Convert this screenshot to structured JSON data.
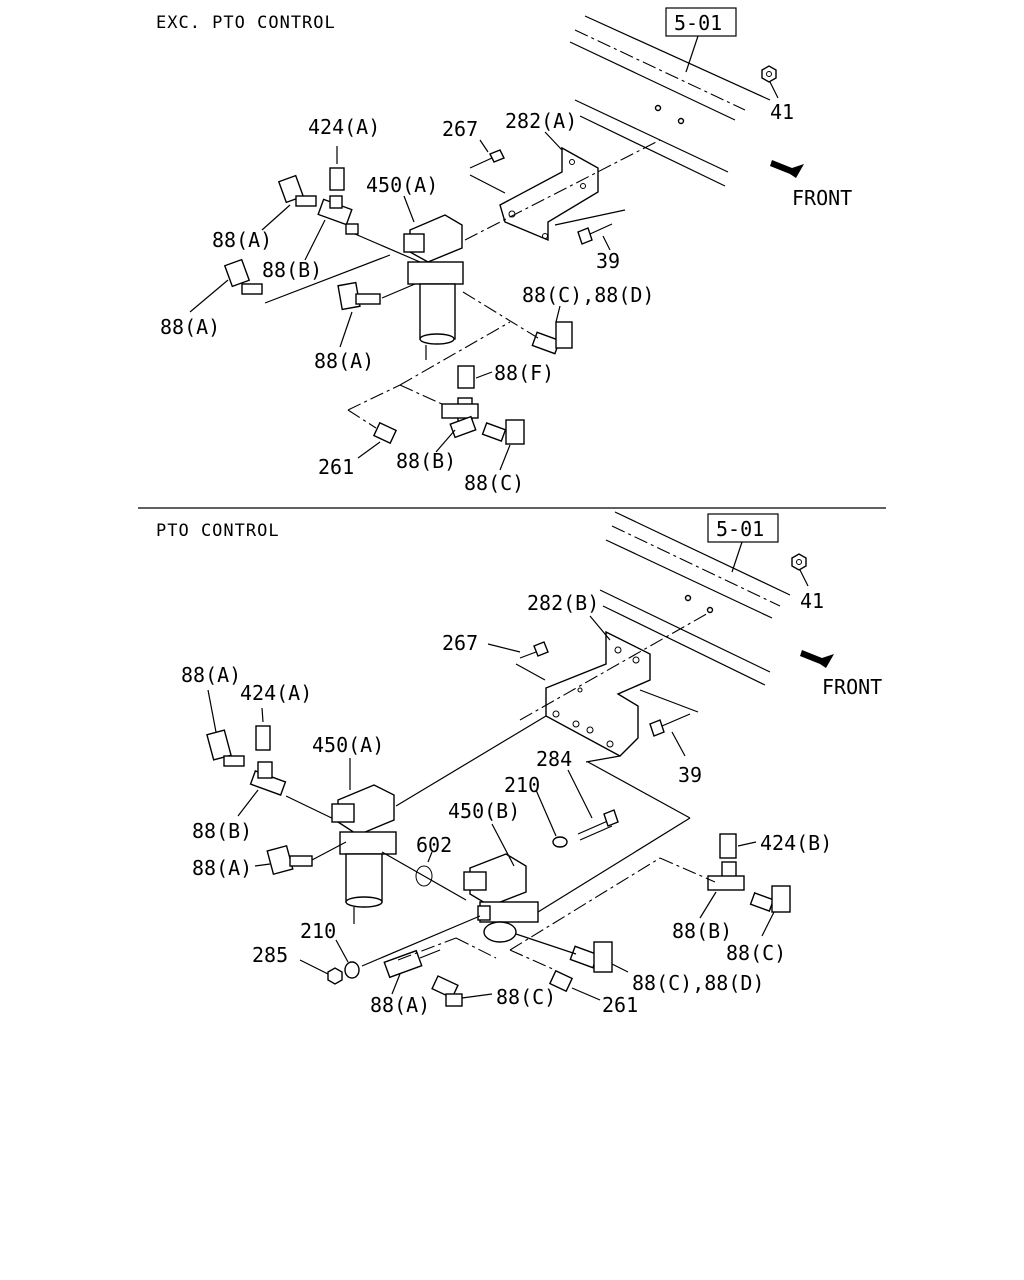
{
  "sections": {
    "top": {
      "title": "EXC. PTO CONTROL",
      "ref": "5-01"
    },
    "bottom": {
      "title": "PTO CONTROL",
      "ref": "5-01"
    }
  },
  "top_labels": {
    "l41": "41",
    "l424a": "424(A)",
    "l267": "267",
    "l282a": "282(A)",
    "front": "FRONT",
    "l450a": "450(A)",
    "l88a_1": "88(A)",
    "l88b_1": "88(B)",
    "l39": "39",
    "l88a_2": "88(A)",
    "l88cd": "88(C),88(D)",
    "l88a_3": "88(A)",
    "l88f": "88(F)",
    "l261": "261",
    "l88b_2": "88(B)",
    "l88c": "88(C)"
  },
  "bottom_labels": {
    "l41": "41",
    "l282b": "282(B)",
    "l267": "267",
    "front": "FRONT",
    "l88a_1": "88(A)",
    "l424a": "424(A)",
    "l450a": "450(A)",
    "l39": "39",
    "l284": "284",
    "l210_1": "210",
    "l450b": "450(B)",
    "l88b_1": "88(B)",
    "l602": "602",
    "l424b": "424(B)",
    "l88a_2": "88(A)",
    "l88b_2": "88(B)",
    "l88c_1": "88(C)",
    "l210_2": "210",
    "l285": "285",
    "l88cd": "88(C),88(D)",
    "l88a_3": "88(A)",
    "l88c_2": "88(C)",
    "l261": "261"
  }
}
